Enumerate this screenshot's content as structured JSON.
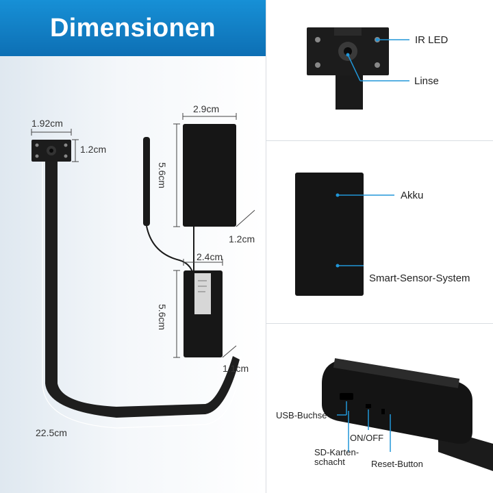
{
  "header": {
    "title": "Dimensionen"
  },
  "dimensions": {
    "module_width": "1.92cm",
    "module_height": "1.2cm",
    "battery_width": "2.9cm",
    "battery_height": "5.6cm",
    "battery_thickness": "1.2cm",
    "board_width": "2.4cm",
    "board_height": "5.6cm",
    "board_thickness": "1.1cm",
    "cable_length": "22.5cm"
  },
  "camera_callouts": {
    "ir_led": "IR LED",
    "lens": "Linse"
  },
  "battery_callouts": {
    "battery": "Akku",
    "sensor_system": "Smart-Sensor-System"
  },
  "device_callouts": {
    "usb_port": "USB-Buchse",
    "on_off": "ON/OFF",
    "sd_slot_line1": "SD-Karten-",
    "sd_slot_line2": "schacht",
    "reset_button": "Reset-Button"
  },
  "colors": {
    "banner": "#1380c8",
    "accent_line": "#2196d8",
    "product": "#1a1a1a"
  }
}
